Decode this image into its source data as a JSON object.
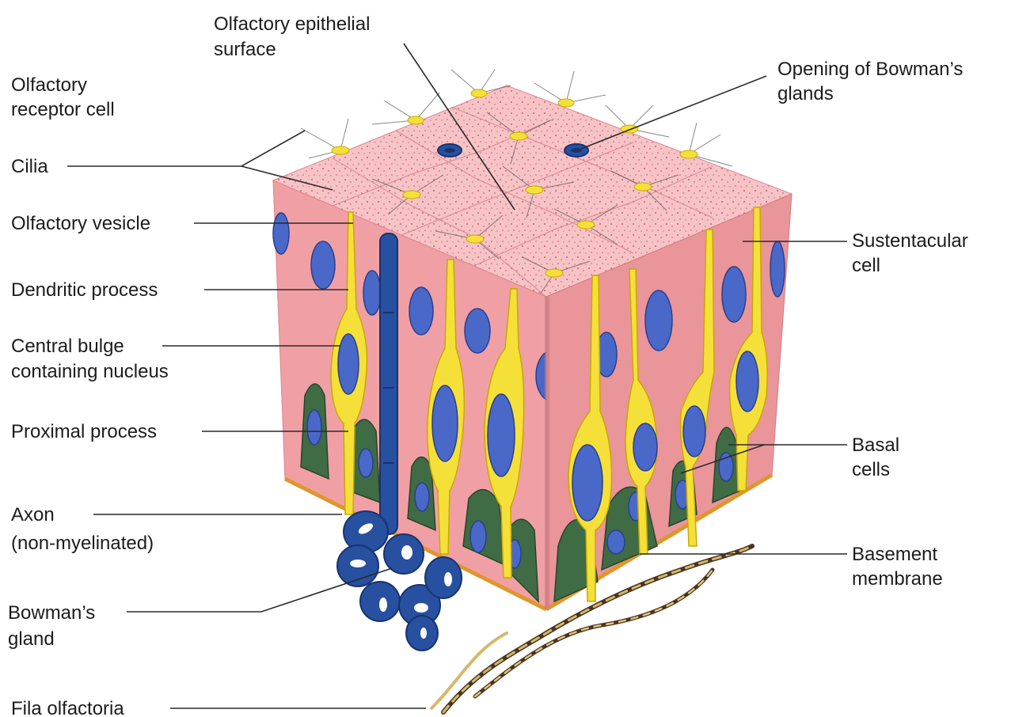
{
  "labels": {
    "epithelial_surface": [
      "Olfactory epithelial",
      "surface"
    ],
    "receptor_cell": [
      "Olfactory",
      "receptor cell"
    ],
    "bowmans_opening": [
      "Opening of Bowman’s",
      "glands"
    ],
    "cilia": "Cilia",
    "vesicle": "Olfactory vesicle",
    "sustentacular": [
      "Sustentacular",
      "cell"
    ],
    "dendritic": "Dendritic process",
    "central_bulge": [
      "Central bulge",
      "containing nucleus"
    ],
    "proximal": "Proximal process",
    "basal": [
      "Basal",
      "cells"
    ],
    "axon": [
      "Axon",
      "(non-myelinated)"
    ],
    "basement": [
      "Basement",
      "membrane"
    ],
    "bowmans_gland": [
      "Bowman’s",
      "gland"
    ],
    "fila": "Fila olfactoria"
  },
  "colors": {
    "tissue_front": "#f0a0a4",
    "tissue_side": "#e9959a",
    "tissue_top": "#f6c3c6",
    "speckle": "#c8404c",
    "receptor": "#f5e03a",
    "receptor_edge": "#c9a800",
    "nucleus": "#4a68c8",
    "nucleus_edge": "#2a3f8c",
    "basal_cell": "#3f6b45",
    "gland": "#2850a0",
    "gland_dark": "#17336e",
    "basement": "#e0962a",
    "fila_dark": "#4a3520",
    "fila_light": "#d7b86a"
  }
}
